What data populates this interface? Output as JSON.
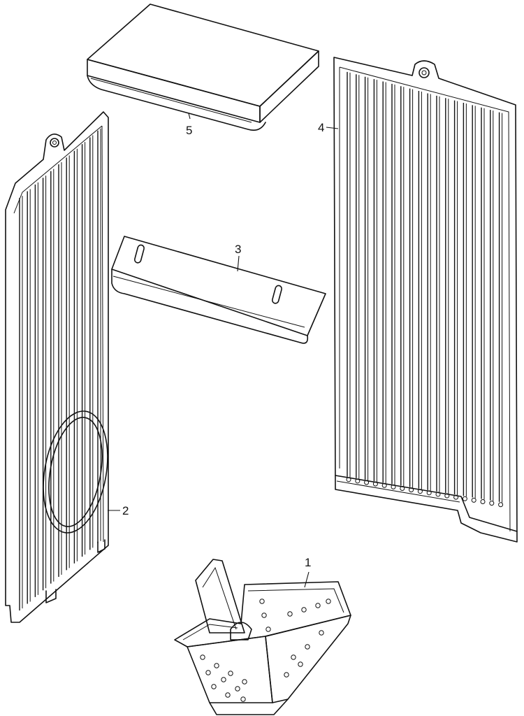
{
  "parts": [
    {
      "id": "part-1",
      "callout": "1",
      "kind": "hopper"
    },
    {
      "id": "part-2",
      "callout": "2",
      "kind": "ribbed-side-panel-with-opening"
    },
    {
      "id": "part-3",
      "callout": "3",
      "kind": "slotted-angle-bracket"
    },
    {
      "id": "part-4",
      "callout": "4",
      "kind": "ribbed-side-panel"
    },
    {
      "id": "part-5",
      "callout": "5",
      "kind": "top-block"
    }
  ],
  "colors": {
    "line": "#111111",
    "background": "#ffffff",
    "face_shade": "#f4f4f4"
  }
}
